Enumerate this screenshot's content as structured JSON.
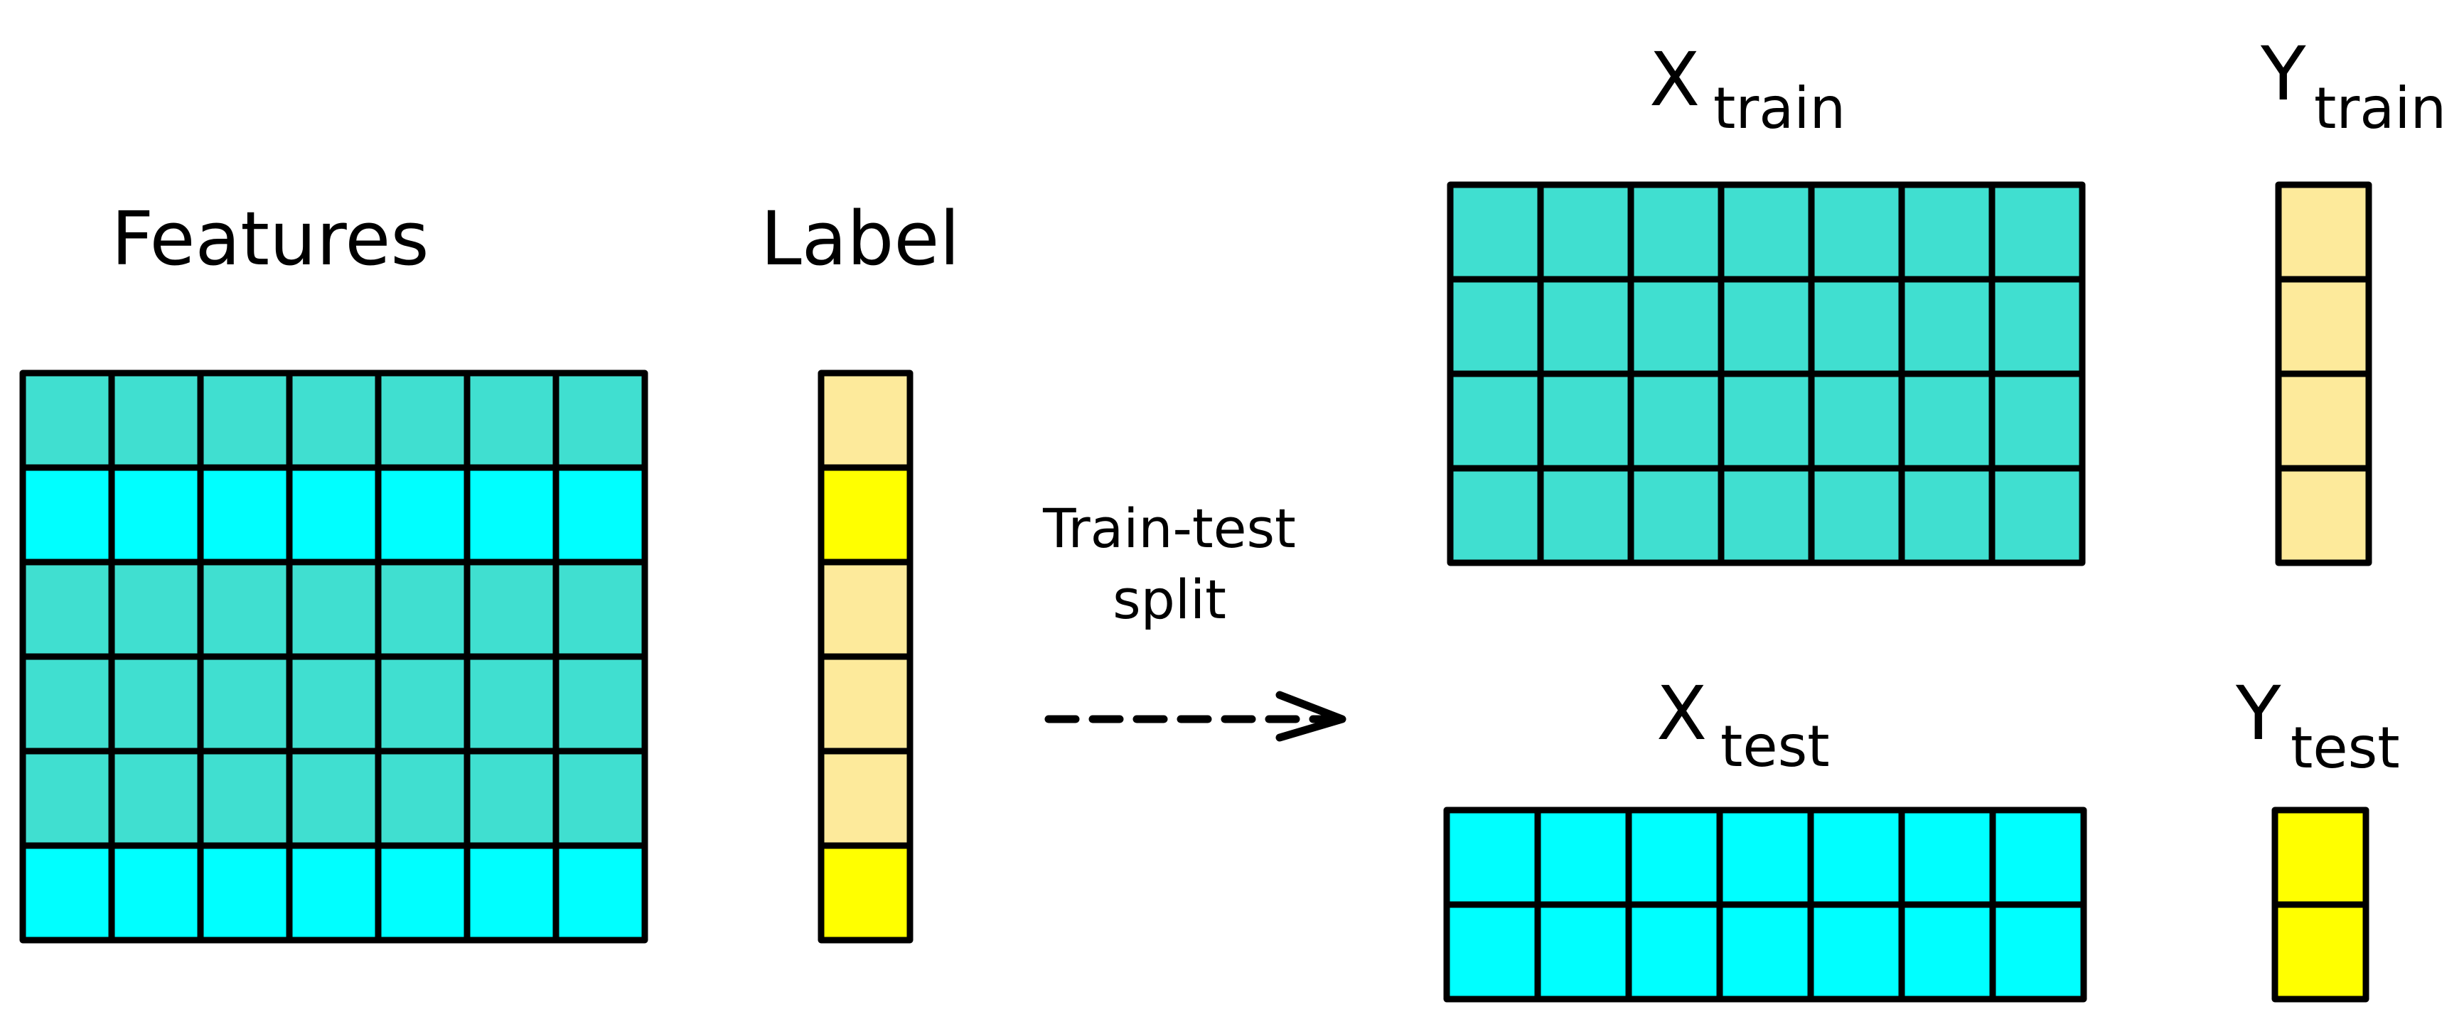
{
  "colors": {
    "feature_a": "#40DFD0",
    "feature_b": "#00FFFF",
    "label_a": "#FDEA9B",
    "label_b": "#FFFF00",
    "outline": "#000000"
  },
  "left": {
    "features_title": "Features",
    "label_title": "Label",
    "features_rows": [
      "a",
      "b",
      "a",
      "a",
      "a",
      "b"
    ],
    "label_rows": [
      "a",
      "b",
      "a",
      "a",
      "a",
      "b"
    ],
    "columns": 7
  },
  "split": {
    "line1": "Train-test",
    "line2": "split"
  },
  "right": {
    "x_train": {
      "base": "X",
      "sub": "train"
    },
    "y_train": {
      "base": "Y",
      "sub": "train"
    },
    "x_test": {
      "base": "X",
      "sub": "test"
    },
    "y_test": {
      "base": "Y",
      "sub": "test"
    },
    "x_train_rows": [
      "a",
      "a",
      "a",
      "a"
    ],
    "y_train_rows": [
      "a",
      "a",
      "a",
      "a"
    ],
    "x_test_rows": [
      "b",
      "b"
    ],
    "y_test_rows": [
      "b",
      "b"
    ],
    "columns": 7
  }
}
